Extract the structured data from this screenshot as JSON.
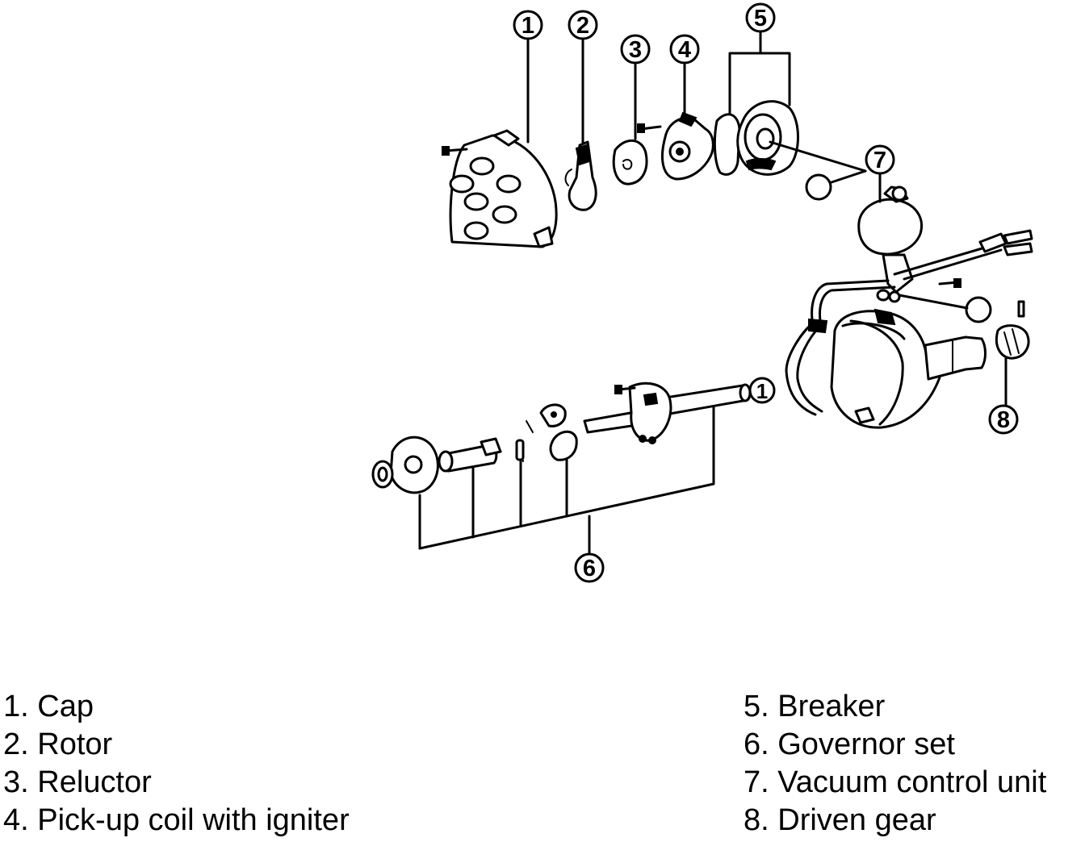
{
  "callouts": [
    "1",
    "2",
    "3",
    "4",
    "5",
    "6",
    "7",
    "8",
    "1"
  ],
  "legend": {
    "left": [
      "1. Cap",
      "2. Rotor",
      "3. Reluctor",
      "4. Pick-up coil with igniter"
    ],
    "right": [
      "5. Breaker",
      "6. Governor set",
      "7. Vacuum control unit",
      "8. Driven gear"
    ]
  }
}
